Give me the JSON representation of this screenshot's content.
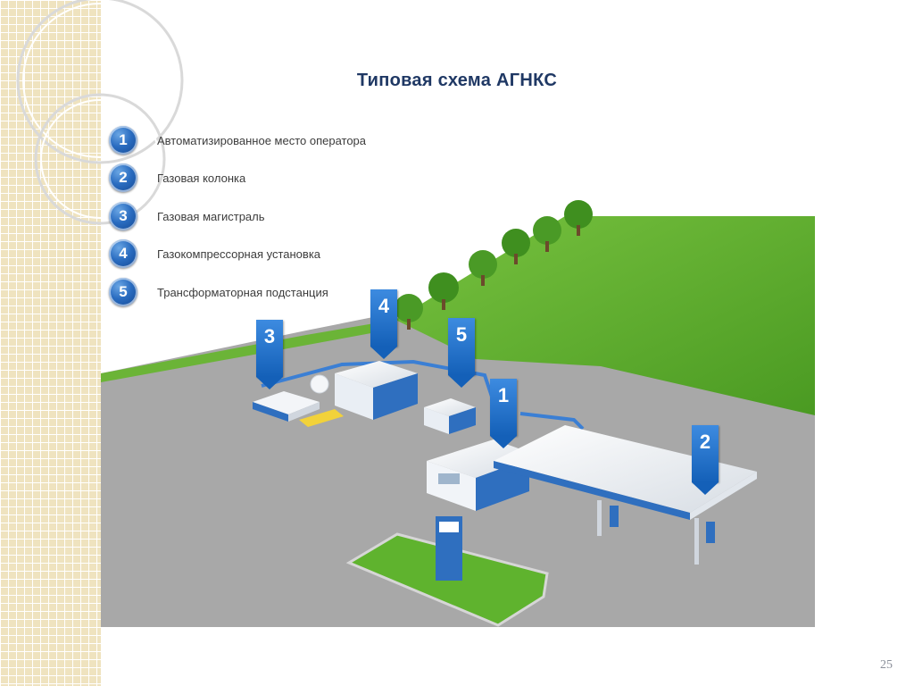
{
  "title": "Типовая схема  АГНКС",
  "legend": [
    {
      "num": "1",
      "label": "Автоматизированное место оператора"
    },
    {
      "num": "2",
      "label": "Газовая колонка"
    },
    {
      "num": "3",
      "label": "Газовая магистраль"
    },
    {
      "num": "4",
      "label": "Газокомпрессорная установка"
    },
    {
      "num": "5",
      "label": "Трансформаторная подстанция"
    }
  ],
  "markers": [
    "1",
    "2",
    "3",
    "4",
    "5"
  ],
  "page_number": "25",
  "colors": {
    "title": "#1f3864",
    "badge": "#1f5fae",
    "grass": "#5fb32e",
    "asphalt": "#a6a6a6",
    "strip": "#efe3bf"
  }
}
